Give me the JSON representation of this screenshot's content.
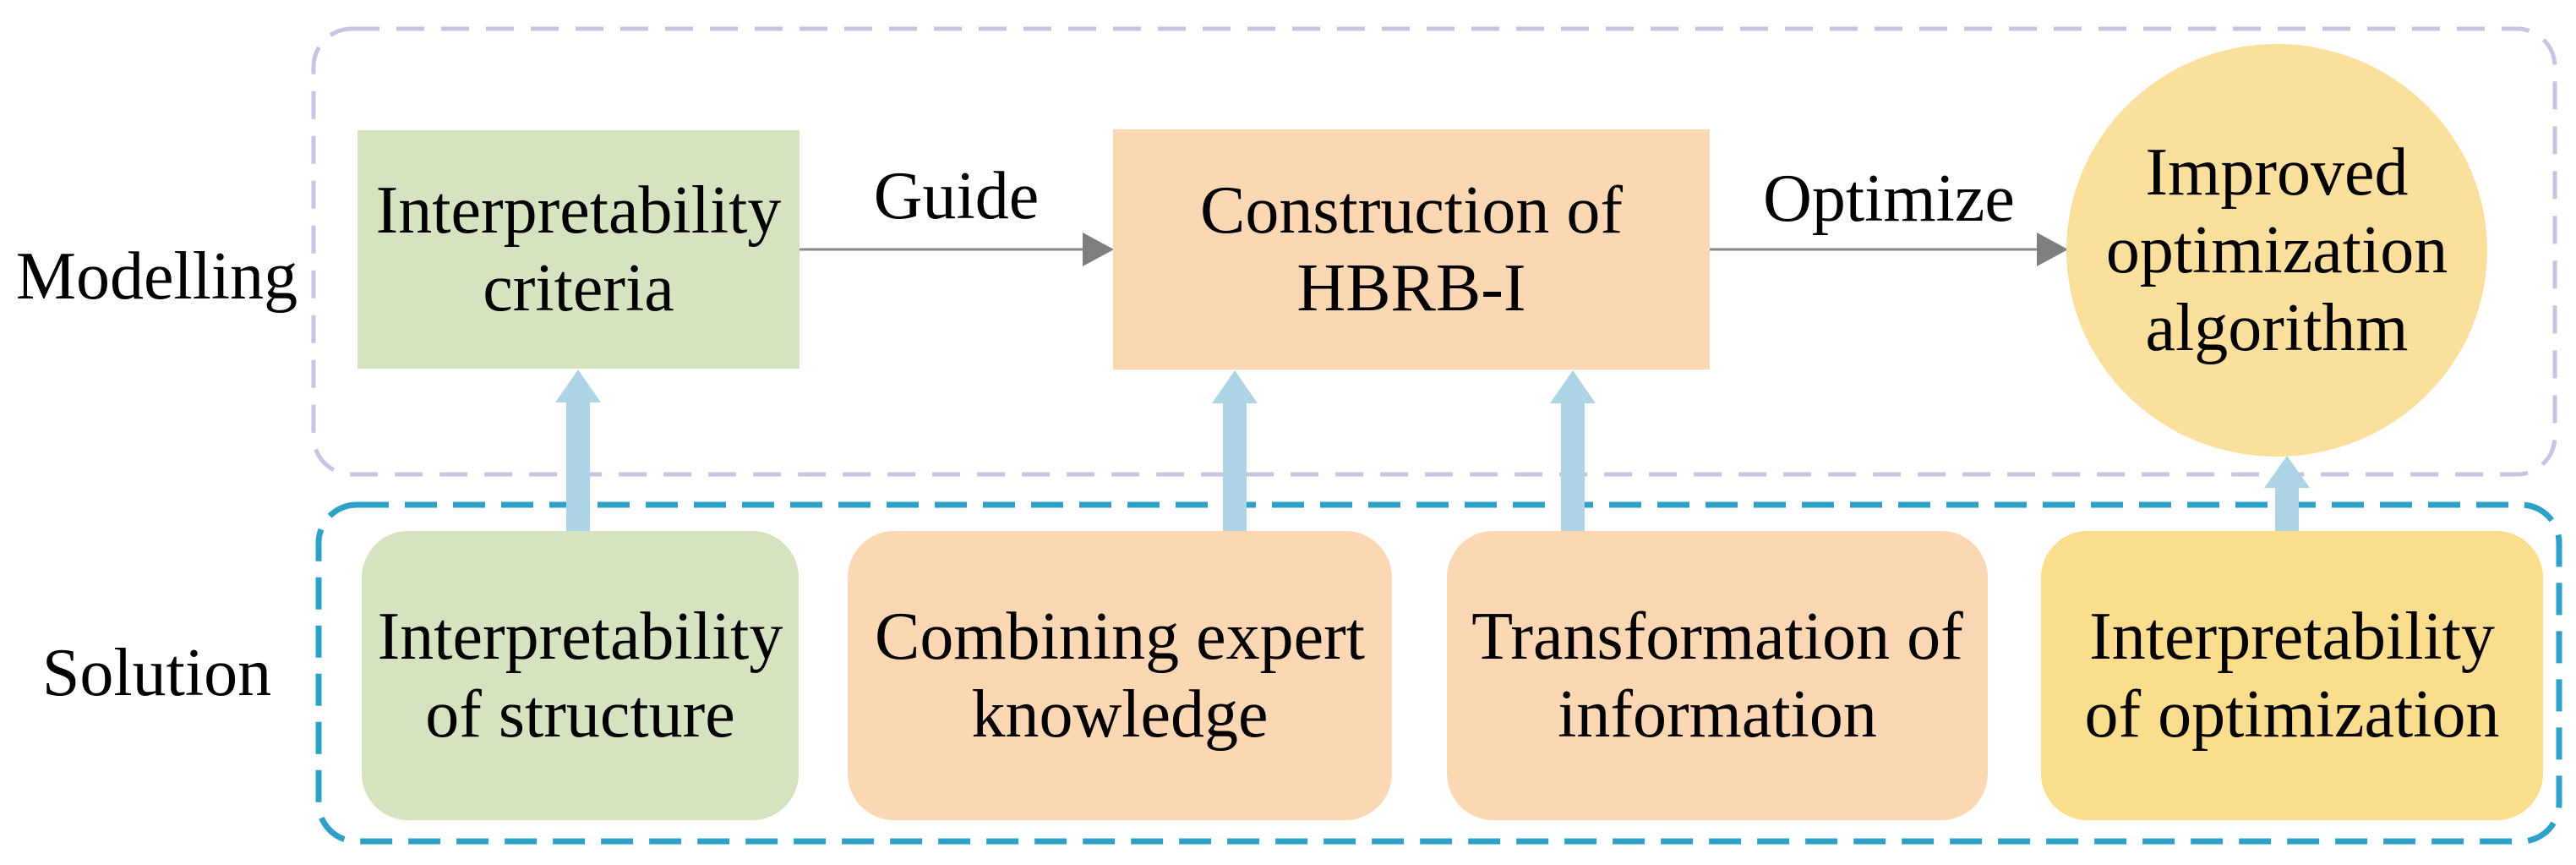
{
  "figure": {
    "type": "flow-diagram",
    "description_visible": "Two-row flowchart: Modelling row and Solution row"
  },
  "sections": {
    "modelling": {
      "label": "Modelling",
      "border_color": "#c9c4e0",
      "border_style": "dashed"
    },
    "solution": {
      "label": "Solution",
      "border_color": "#2fa0c8",
      "border_style": "dashed"
    }
  },
  "modelling_row": {
    "criteria_box": {
      "text": "Interpretability\ncriteria",
      "fill": "#d6e3c1",
      "shape": "rectangle"
    },
    "guide_label": "Guide",
    "construction_box": {
      "text": "Construction of\nHBRB-I",
      "fill": "#fbd7b4",
      "shape": "rectangle"
    },
    "optimize_label": "Optimize",
    "algorithm_circle": {
      "text": "Improved\noptimization\nalgorithm",
      "fill": "#fbe09d",
      "shape": "circle"
    }
  },
  "solution_row": {
    "boxes": [
      {
        "text": "Interpretability\nof structure",
        "fill": "#d6e3c1",
        "shape": "rounded-rectangle"
      },
      {
        "text": "Combining expert\nknowledge",
        "fill": "#fbd7b4",
        "shape": "rounded-rectangle"
      },
      {
        "text": "Transformation of\ninformation",
        "fill": "#fbd7b4",
        "shape": "rounded-rectangle"
      },
      {
        "text": "Interpretability\nof optimization",
        "fill": "#fbdd8e",
        "shape": "rounded-rectangle"
      }
    ]
  },
  "arrows": {
    "gray_color": "#7f7f7f",
    "blue_color": "#aed5e5",
    "connections": [
      {
        "from": "Interpretability criteria",
        "to": "Construction of HBRB-I",
        "label": "Guide",
        "style": "thin-gray"
      },
      {
        "from": "Construction of HBRB-I",
        "to": "Improved optimization algorithm",
        "label": "Optimize",
        "style": "thin-gray"
      },
      {
        "from": "Interpretability of structure",
        "to": "Interpretability criteria",
        "label": "",
        "style": "thick-blue-up"
      },
      {
        "from": "Combining expert knowledge",
        "to": "Construction of HBRB-I",
        "label": "",
        "style": "thick-blue-up"
      },
      {
        "from": "Transformation of information",
        "to": "Construction of HBRB-I",
        "label": "",
        "style": "thick-blue-up"
      },
      {
        "from": "Interpretability of optimization",
        "to": "Improved optimization algorithm",
        "label": "",
        "style": "thick-blue-up"
      }
    ]
  }
}
